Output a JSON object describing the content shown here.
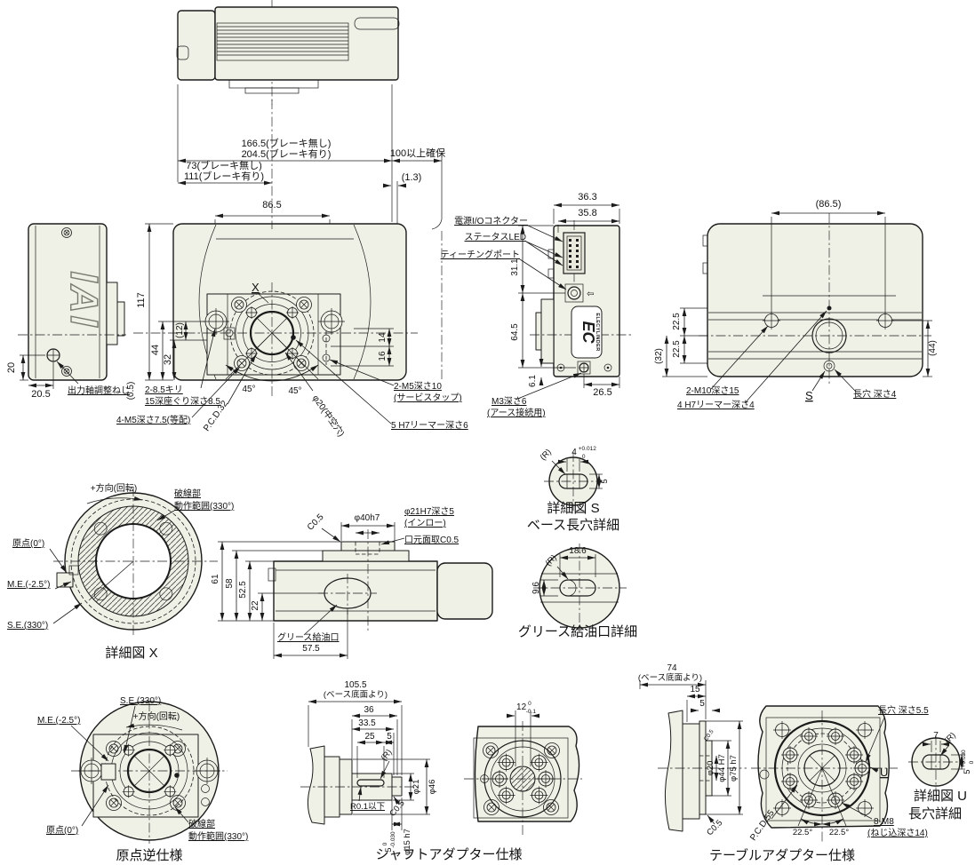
{
  "colors": {
    "body_fill": "#f0f1e6",
    "line": "#1b1b1b",
    "background": "#ffffff"
  },
  "top_dims": {
    "len_nb": "166.5(ブレーキ無し)",
    "len_b": "204.5(ブレーキ有り)",
    "clearance": "100以上確保",
    "off_nb": "73(ブレーキ無し)",
    "off_b": "111(ブレーキ有り)",
    "gap": "(1.3)",
    "flange_w": "86.5"
  },
  "left_view": {
    "logo": "IAI",
    "d20": "20",
    "d205": "20.5",
    "adjust_screw": "出力軸調整ねじ"
  },
  "front_view": {
    "x_mark": "X",
    "d117": "117",
    "d44": "44",
    "d32": "32",
    "d12": "(12)",
    "d05": "(0.5)",
    "drill_a": "2-8.5キリ",
    "drill_b": "15深座ぐり深さ8.5",
    "tap_m5": "4-M5深さ7.5(等配)",
    "pcd": "P.C.D.32",
    "a45a": "45°",
    "a45b": "45°",
    "hollow": "φ20(中空穴)",
    "d14": "14",
    "d16": "16",
    "svc_a": "2-M5深さ10",
    "svc_b": "(サービスタップ)",
    "reamer": "5 H7リーマー深さ6"
  },
  "ec_view": {
    "conn": "電源I/Oコネクター",
    "led": "ステータスLED",
    "teach": "ティーチングポート",
    "d363": "36.3",
    "d358": "35.8",
    "d311": "31.1",
    "d645": "64.5",
    "d61": "6.1",
    "d265": "26.5",
    "logo_ec": "EC",
    "logo_el": "ELECYLINDER",
    "gnd_a": "M3深さ6",
    "gnd_b": "(アース接続用)",
    "port_arrow": "⇦"
  },
  "rear_view": {
    "d865": "(86.5)",
    "d225a": "22.5",
    "d225b": "22.5",
    "d32": "(32)",
    "d44": "(44)",
    "tap": "2-M10深さ15",
    "reamer": "4 H7リーマー深さ4",
    "s": "S",
    "slot": "長穴 深さ4"
  },
  "detail_x": {
    "dir": "+方向(回転)",
    "rng_a": "破線部",
    "rng_b": "動作範囲(330°)",
    "origin": "原点(0°)",
    "me": "M.E.(-2.5°)",
    "se": "S.E.(330°)",
    "cap": "詳細図 X"
  },
  "profile": {
    "c05": "C0.5",
    "shaft": "φ40h7",
    "spigot_a": "φ21H7深さ5",
    "spigot_b": "(インロー)",
    "chamfer": "口元面取C0.5",
    "d61": "61",
    "d58": "58",
    "d525": "52.5",
    "d22": "22",
    "grease": "グリース給油口",
    "d575": "57.5"
  },
  "detail_s": {
    "r": "(R)",
    "d4": "4",
    "t_up": "+0.012",
    "t_dn": "0",
    "d5": "5",
    "cap_a": "詳細図 S",
    "cap_b": "ベース長穴詳細"
  },
  "grease_detail": {
    "d186": "18.6",
    "d96": "9.6",
    "r": "(R)",
    "cap": "グリース給油口詳細"
  },
  "reverse": {
    "se": "S.E.(330°)",
    "me": "M.E.(-2.5°)",
    "dir": "+方向(回転)",
    "origin": "原点(0°)",
    "rng_a": "破線部",
    "rng_b": "動作範囲(330°)",
    "cap": "原点逆仕様"
  },
  "shaft_ad": {
    "d1055": "105.5",
    "base_ref": "(ベース底面より)",
    "d36": "36",
    "d335": "33.5",
    "d25": "25",
    "d5": "5",
    "r": "(R)",
    "d21": "φ21",
    "d46": "φ46",
    "r01": "R0.1以下",
    "c05": "C0.5",
    "key5": "5",
    "key5_up": "0",
    "key5_dn": "-0.030",
    "d15": "φ15 h7",
    "d12": "12",
    "d12_up": "0",
    "d12_dn": "-0.1",
    "cap": "シャフトアダプター仕様"
  },
  "table_ad": {
    "d74": "74",
    "base_ref": "(ベース底面より)",
    "d15": "15",
    "d5": "5",
    "c05a": "C0.5",
    "c05b": "C0.5",
    "d20": "φ20",
    "d44": "φ44 H7",
    "d75": "φ75 h7",
    "slot": "長穴 深さ5.5",
    "u": "U",
    "pcd": "P.C.D.55",
    "a1": "22.5°",
    "a2": "22.5°",
    "tap_a": "8-M8",
    "tap_b": "(ねじ込深さ14)",
    "cap": "テーブルアダプター仕様"
  },
  "detail_u": {
    "d7": "7",
    "r": "(R)",
    "d5": "5",
    "t_up": "+0.030",
    "t_dn": "0",
    "cap_a": "詳細図 U",
    "cap_b": "長穴詳細"
  }
}
